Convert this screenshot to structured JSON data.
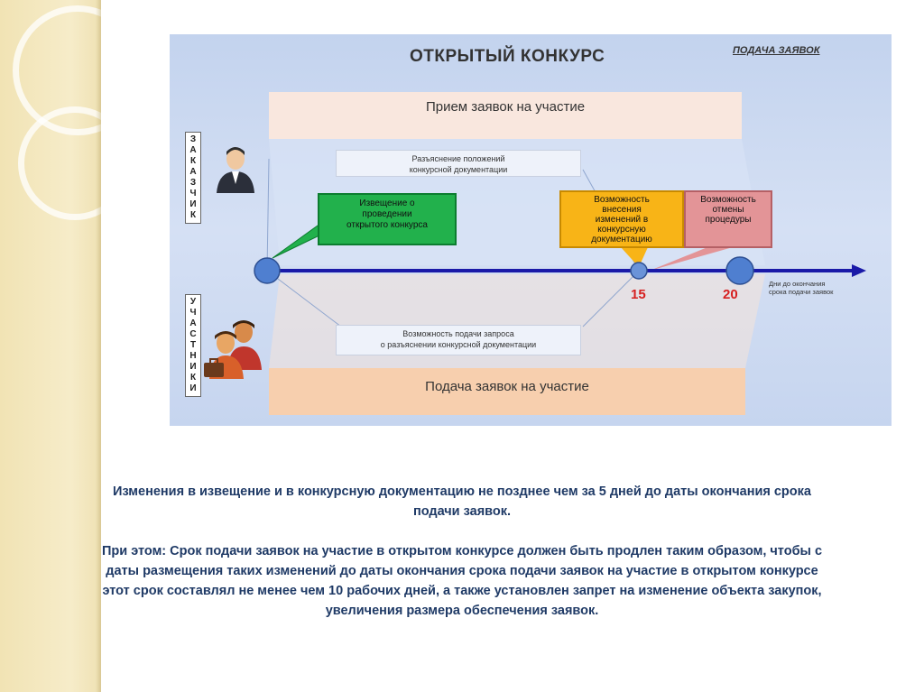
{
  "diagram": {
    "title": "ОТКРЫТЫЙ КОНКУРС",
    "subtitle": "ПОДАЧА ЗАЯВОК",
    "top_band": "Прием заявок на участие",
    "bottom_band": "Подача заявок на участие",
    "customer_label": [
      "З",
      "А",
      "К",
      "А",
      "З",
      "Ч",
      "И",
      "К"
    ],
    "participants_label": [
      "У",
      "Ч",
      "А",
      "С",
      "Т",
      "Н",
      "И",
      "К",
      "И"
    ],
    "clarification_box": [
      "Разъяснение положений",
      "конкурсной документации"
    ],
    "notice_box": [
      "Извещение о",
      "проведении",
      "открытого конкурса"
    ],
    "changes_box": [
      "Возможность",
      "внесения",
      "изменений в",
      "конкурсную",
      "документацию"
    ],
    "cancel_box": [
      "Возможность",
      "отмены",
      "процедуры"
    ],
    "request_box": [
      "Возможность подачи запроса",
      "о разъяснении конкурсной документации"
    ],
    "day_15": "15",
    "day_20": "20",
    "axis_caption": [
      "Дни до окончания",
      "срока подачи заявок"
    ],
    "colors": {
      "green": "#22b14c",
      "yellow": "#f8b417",
      "red": "#e39497",
      "axis": "#1a1aa8",
      "node": "#4f7fd0"
    }
  },
  "text": {
    "paragraph1": [
      "Изменения в извещение и  в конкурсную документацию не позднее чем за 5 дней до даты окончания срока",
      "подачи заявок."
    ],
    "paragraph2": [
      "При этом:   Срок подачи заявок на участие в открытом конкурсе должен быть продлен таким образом, чтобы с",
      "даты размещения таких изменений до даты окончания срока подачи заявок на участие в открытом конкурсе",
      "этот срок составлял не менее чем 10 рабочих дней, а также установлен запрет на  изменение объекта закупок,",
      "увеличения  размера обеспечения заявок."
    ]
  }
}
